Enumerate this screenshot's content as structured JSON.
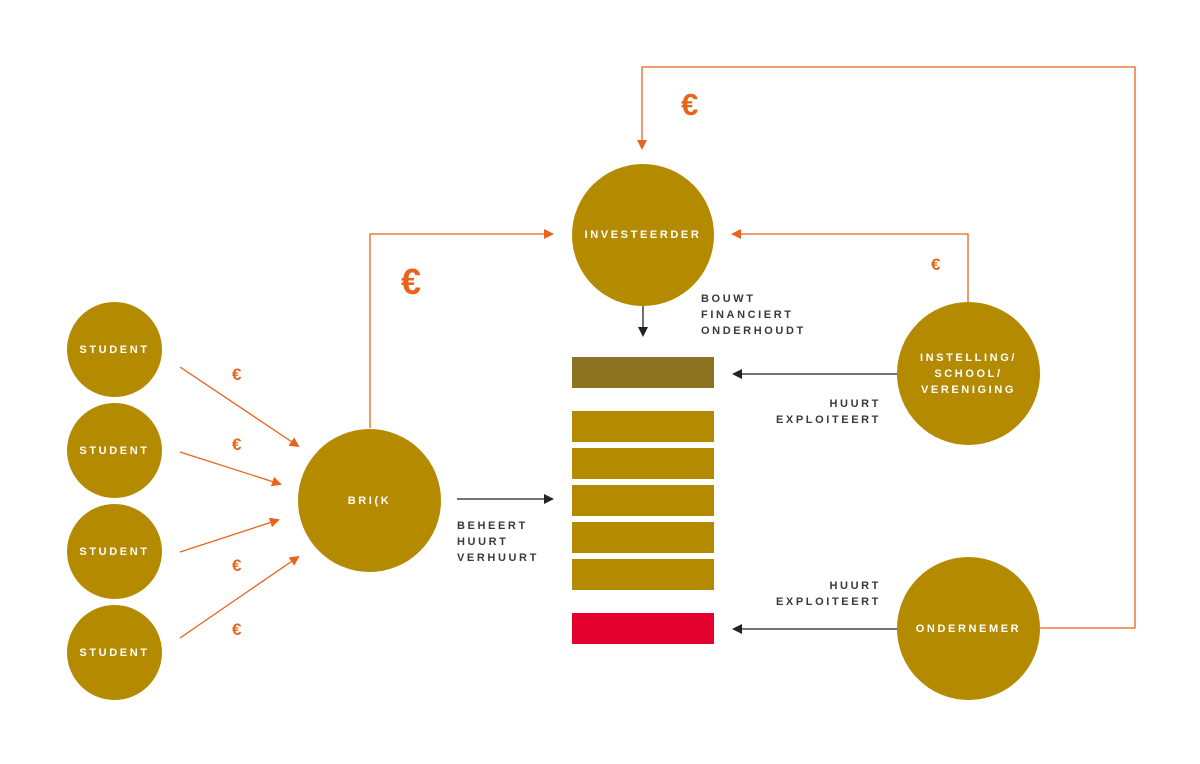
{
  "colors": {
    "node": "#B38A00",
    "arrow_money": "#E8641B",
    "arrow_service": "#222222",
    "bar_top": "#8C7322",
    "bar": "#B38A00",
    "bar_bottom": "#E2002D"
  },
  "nodes": {
    "students": [
      "STUDENT",
      "STUDENT",
      "STUDENT",
      "STUDENT"
    ],
    "bricck": "BRI(K",
    "investor": "INVESTEERDER",
    "institution": "INSTELLING/\nSCHOOL/\nVERENIGING",
    "entrepreneur": "ONDERNEMER"
  },
  "captions": {
    "investor": "BOUWT\nFINANCIERT\nONDERHOUDT",
    "bricck": "BEHEERT\nHUURT\nVERHUURT",
    "institution": "HUURT\nEXPLOITEERT",
    "entrepreneur": "HUURT\nEXPLOITEERT"
  },
  "euro_symbol": "€"
}
